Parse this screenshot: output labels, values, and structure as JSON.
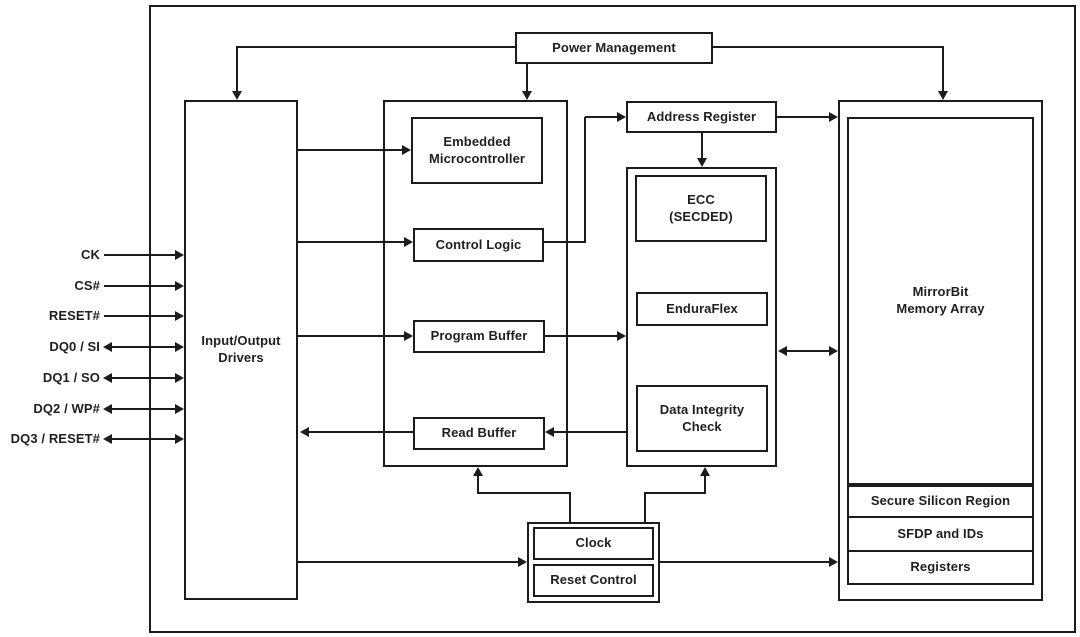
{
  "diagram": {
    "power_management": "Power Management",
    "io_drivers": "Input/Output\nDrivers",
    "embedded_microcontroller": "Embedded\nMicrocontroller",
    "control_logic": "Control Logic",
    "program_buffer": "Program Buffer",
    "read_buffer": "Read Buffer",
    "address_register": "Address Register",
    "ecc": "ECC\n(SECDED)",
    "enduraflex": "EnduraFlex",
    "data_integrity_check": "Data Integrity\nCheck",
    "mirrorbit_memory_array": "MirrorBit\nMemory Array",
    "secure_silicon_region": "Secure Silicon Region",
    "sfdp_and_ids": "SFDP and IDs",
    "registers": "Registers",
    "clock": "Clock",
    "reset_control": "Reset Control"
  },
  "signals": [
    {
      "label": "CK",
      "direction": "input"
    },
    {
      "label": "CS#",
      "direction": "input"
    },
    {
      "label": "RESET#",
      "direction": "input"
    },
    {
      "label": "DQ0 / SI",
      "direction": "bidirectional"
    },
    {
      "label": "DQ1 / SO",
      "direction": "bidirectional"
    },
    {
      "label": "DQ2 / WP#",
      "direction": "bidirectional"
    },
    {
      "label": "DQ3 / RESET#",
      "direction": "bidirectional"
    }
  ],
  "colors": {
    "line": "#1c1c1c",
    "background": "#ffffff",
    "text": "#1f1f1f"
  }
}
